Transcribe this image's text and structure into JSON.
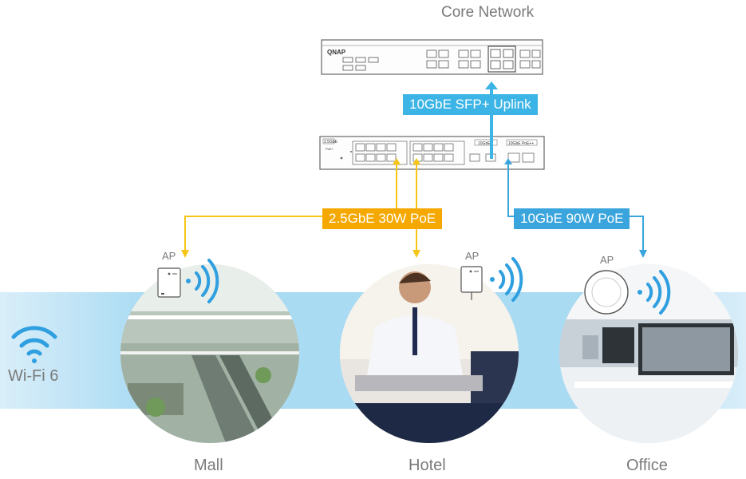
{
  "core_network": {
    "label": "Core Network",
    "brand": "QNAP"
  },
  "access_switch": {
    "badge_left": "2.5GbE",
    "badge_left_sub": "PoE+",
    "badge_mid": "10GbE",
    "badge_right": "10GbE PoE++"
  },
  "links": {
    "uplink": {
      "label": "10GbE SFP+ Uplink",
      "color": "#3cb4e6"
    },
    "poe_25": {
      "label": "2.5GbE 30W PoE",
      "color": "#f5a800"
    },
    "poe_10": {
      "label": "10GbE 90W PoE",
      "color": "#3aa5dc"
    }
  },
  "wifi": {
    "label": "Wi-Fi 6",
    "icon": "wifi-icon",
    "color": "#3aa5dc"
  },
  "sites": [
    {
      "name": "Mall",
      "ap_label": "AP",
      "icon": "mall-photo"
    },
    {
      "name": "Hotel",
      "ap_label": "AP",
      "icon": "hotel-photo"
    },
    {
      "name": "Office",
      "ap_label": "AP",
      "icon": "office-photo"
    }
  ]
}
